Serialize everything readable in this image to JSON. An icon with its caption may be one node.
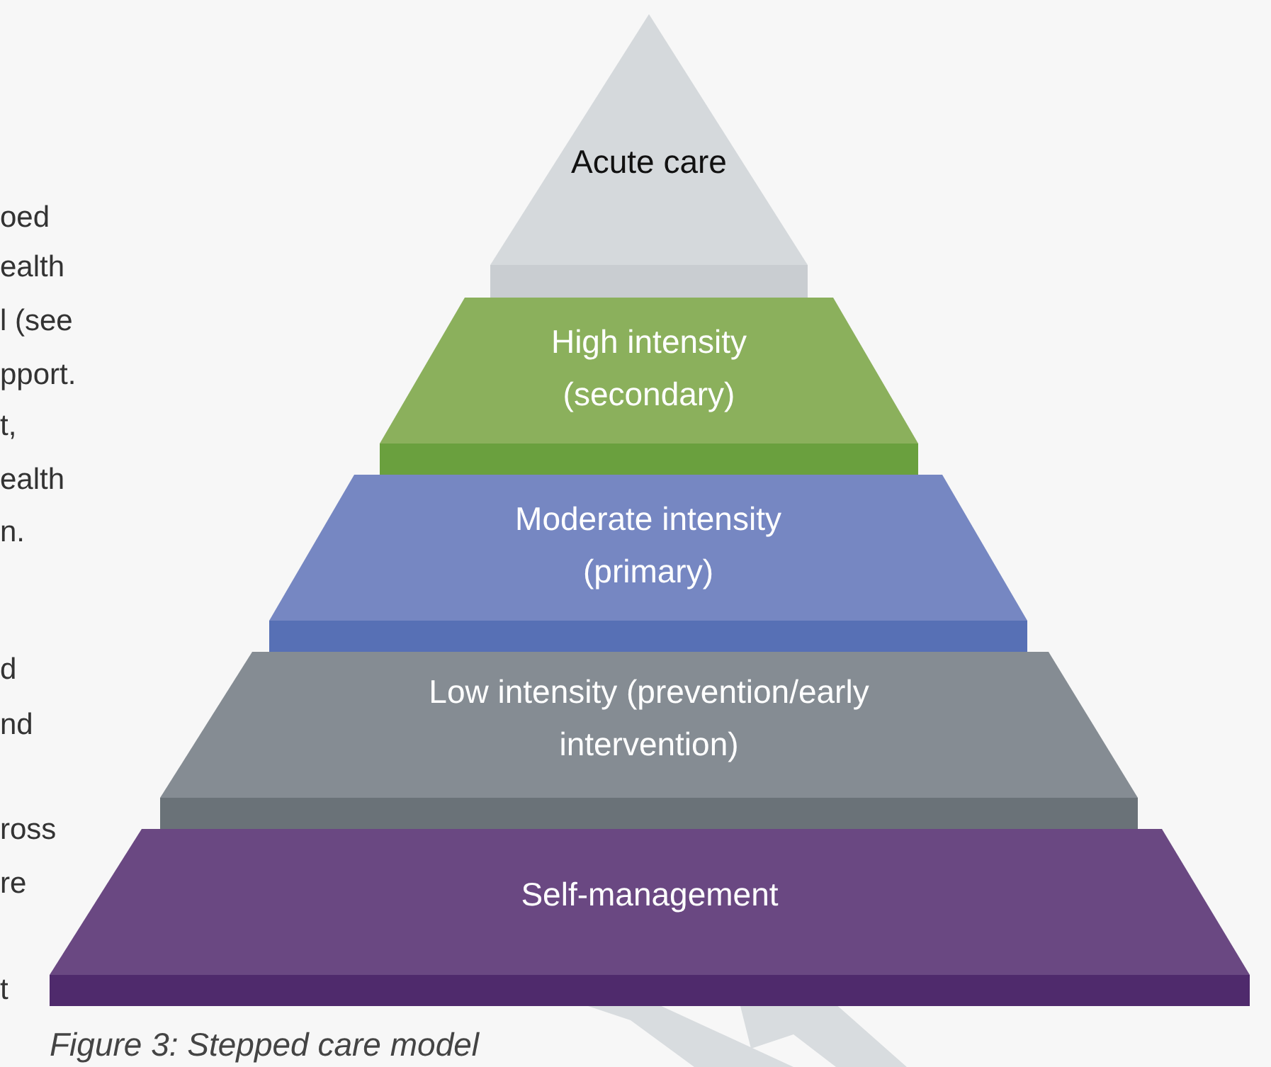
{
  "diagram": {
    "caption": "Figure 3: Stepped care model",
    "nodes": [
      {
        "text": [
          "Acute care"
        ]
      },
      {
        "text": [
          "High intensity (secondary)"
        ]
      },
      {
        "text": [
          "Moderate intensity (primary)"
        ]
      },
      {
        "text": [
          "Low intensity (prevention/early intervention)"
        ]
      },
      {
        "text": [
          "Self-management"
        ]
      }
    ],
    "labels": [
      "oed",
      "ealth",
      "l (see",
      "pport.",
      "t,",
      "ealth",
      "n.",
      "d",
      "nd",
      "ross",
      "re",
      "t"
    ]
  }
}
